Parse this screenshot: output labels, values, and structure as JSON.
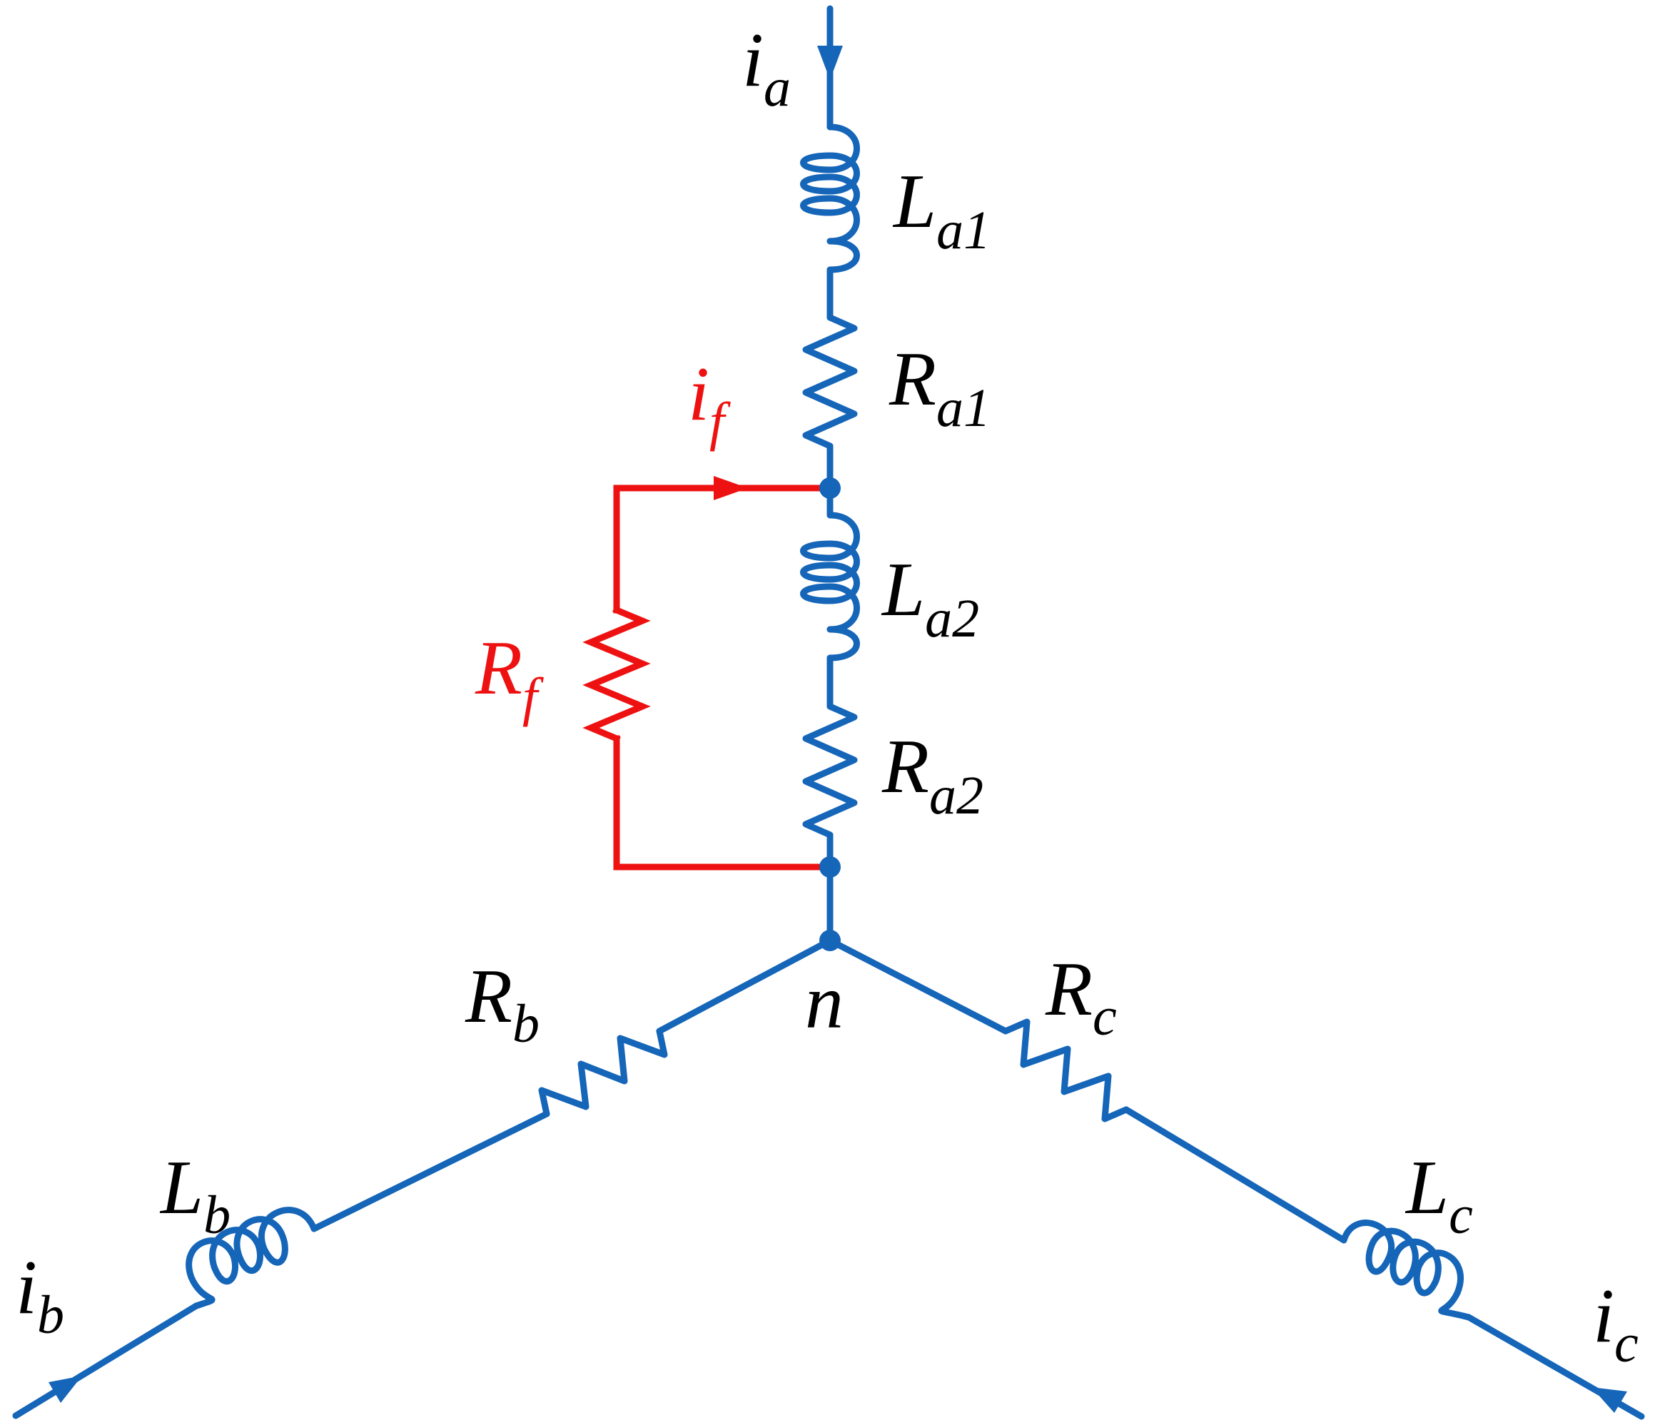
{
  "colors": {
    "circuit": "#1565b8",
    "fault": "#ee1111",
    "text": "#000000"
  },
  "currents": {
    "ia": {
      "main": "i",
      "sub": "a"
    },
    "ib": {
      "main": "i",
      "sub": "b"
    },
    "ic": {
      "main": "i",
      "sub": "c"
    },
    "if": {
      "main": "i",
      "sub": "f"
    }
  },
  "components": {
    "La1": {
      "main": "L",
      "sub": "a1"
    },
    "Ra1": {
      "main": "R",
      "sub": "a1"
    },
    "La2": {
      "main": "L",
      "sub": "a2"
    },
    "Ra2": {
      "main": "R",
      "sub": "a2"
    },
    "Rf": {
      "main": "R",
      "sub": "f"
    },
    "Rb": {
      "main": "R",
      "sub": "b"
    },
    "Lb": {
      "main": "L",
      "sub": "b"
    },
    "Rc": {
      "main": "R",
      "sub": "c"
    },
    "Lc": {
      "main": "L",
      "sub": "c"
    }
  },
  "neutral": {
    "label": "n"
  }
}
